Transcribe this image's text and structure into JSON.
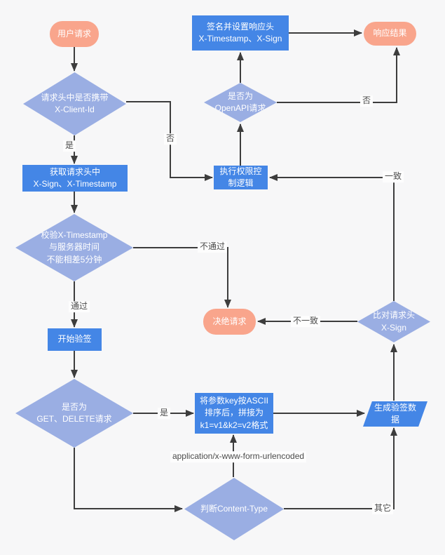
{
  "colors": {
    "bg": "#f7f7f8",
    "process": "#4486E6",
    "decision": "#9AAEE3",
    "terminal": "#F9A58C",
    "line": "#3d3d3d",
    "label_text": "#4b4b4b"
  },
  "nodes": {
    "user_request": "用户请求",
    "check_client_id": "请求头中是否携带\nX-Client-Id",
    "get_headers": "获取请求头中\nX-Sign、X-Timestamp",
    "check_timestamp": "校验X-Timestamp\n与服务器时间\n不能相差5分钟",
    "start_verify": "开始验签",
    "check_method": "是否为\nGET、DELETE请求",
    "sort_params": "将参数key按ASCII\n排序后，拼接为\nk1=v1&k2=v2格式",
    "gen_sign_data": "生成验签数\n据",
    "check_content_type": "判断Content-Type",
    "compare_sign": "比对请求头\nX-Sign",
    "reject_request": "决绝请求",
    "exec_permission": "执行权限控\n制逻辑",
    "check_openapi": "是否为\nOpenAPI请求",
    "sign_response": "签名并设置响应头\nX-Timestamp、X-Sign",
    "response_result": "响应结果"
  },
  "labels": {
    "yes1": "是",
    "no1": "否",
    "pass": "通过",
    "fail": "不通过",
    "yes2": "是",
    "form_urlencoded": "application/x-www-form-urlencoded",
    "other": "其它",
    "mismatch": "不一致",
    "match": "一致",
    "no2": "否"
  }
}
